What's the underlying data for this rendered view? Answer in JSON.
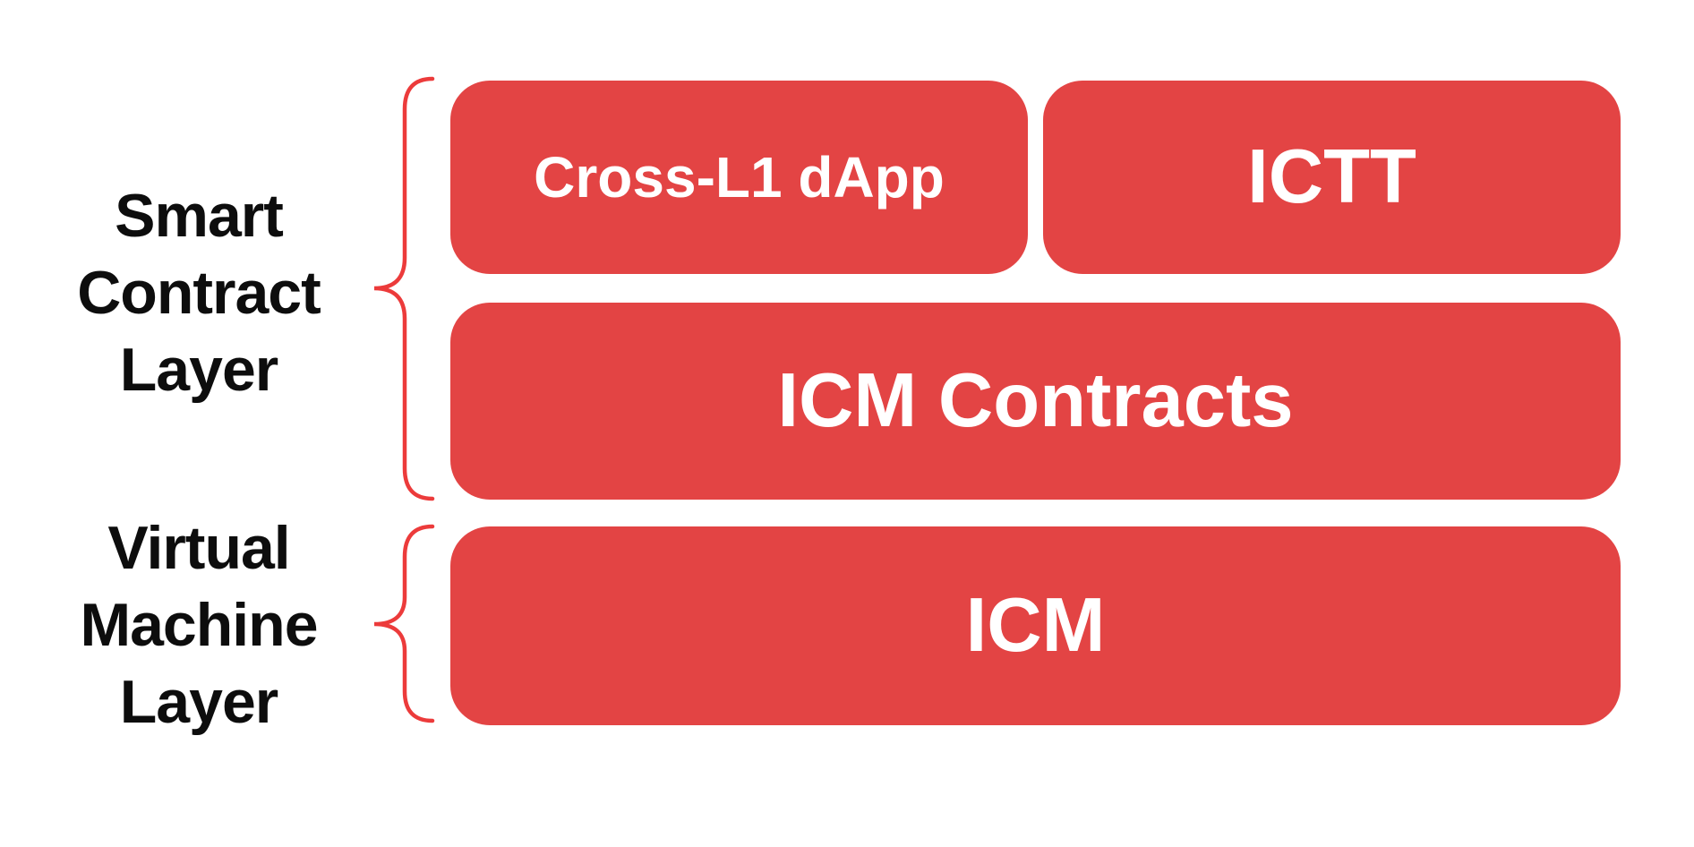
{
  "colors": {
    "box_red": "#e34444",
    "brace_red": "#ec3b3b",
    "label_text": "#0d0d0d",
    "box_text": "#ffffff",
    "background": "#ffffff"
  },
  "layers": {
    "smart_contract": {
      "label_lines": [
        "Smart",
        "Contract",
        "Layer"
      ],
      "boxes": {
        "cross_l1_dapp": "Cross-L1 dApp",
        "ictt": "ICTT",
        "icm_contracts": "ICM Contracts"
      }
    },
    "virtual_machine": {
      "label_lines": [
        "Virtual",
        "Machine",
        "Layer"
      ],
      "boxes": {
        "icm": "ICM"
      }
    }
  }
}
